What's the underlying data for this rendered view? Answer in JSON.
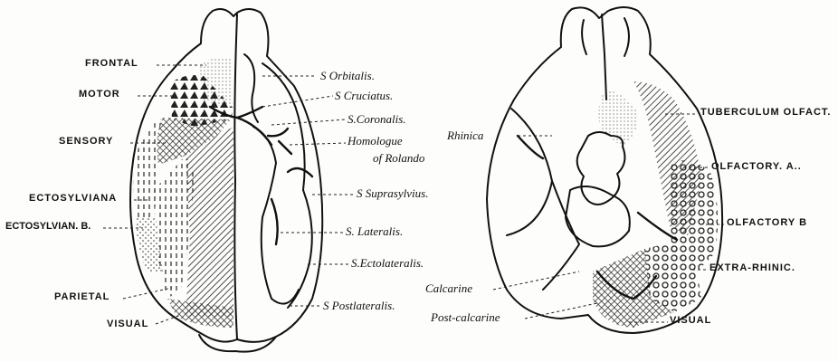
{
  "left_brain": {
    "labels": {
      "frontal": "FRONTAL",
      "motor": "MOTOR",
      "sensory": "SENSORY",
      "ectosylviana": "ECTOSYLVIANA",
      "ectosylvian_b": "ECTOSYLVIAN. B.",
      "parietal": "PARIETAL",
      "visual": "VISUAL",
      "s_orbitalis": "S Orbitalis.",
      "s_cruciatus": "S Cruciatus.",
      "s_coronalis": "S.Coronalis.",
      "homologue_1": "Homologue",
      "homologue_2": "of Rolando",
      "s_suprasylvius": "S Suprasylvius.",
      "s_lateralis": "S. Lateralis.",
      "s_ectolateralis": "S.Ectolateralis.",
      "s_postlateralis": "S Postlateralis."
    }
  },
  "right_brain": {
    "labels": {
      "rhinica": "Rhinica",
      "tuberculum_olfact": "TUBERCULUM OLFACT.",
      "olfactory_a": "OLFACTORY. A..",
      "olfactory_b": "OLFACTORY B",
      "extra_rhinic": "EXTRA-RHINIC.",
      "calcarine": "Calcarine",
      "post_calcarine": "Post-calcarine",
      "visual": "VISUAL"
    }
  }
}
